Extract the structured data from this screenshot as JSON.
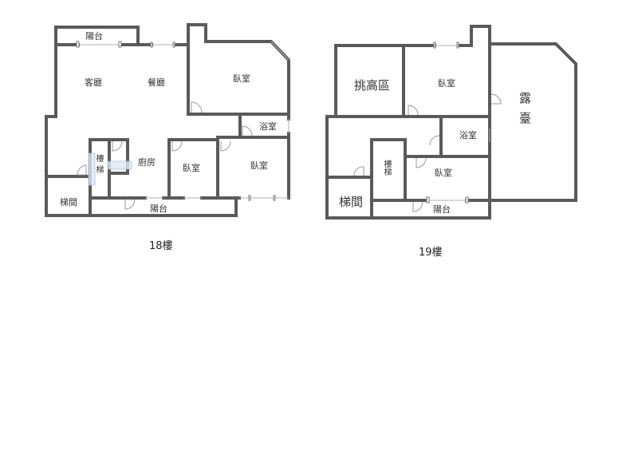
{
  "floors": [
    {
      "id": "18F",
      "caption": "18樓",
      "rooms": {
        "balcony_top": "陽台",
        "living_room": "客廳",
        "dining_room": "餐廳",
        "master_bedroom": "臥室",
        "bathroom": "浴室",
        "stairs": "樓梯",
        "kitchen": "廚房",
        "bedroom_small": "臥室",
        "bedroom_right": "臥室",
        "stairwell": "梯間",
        "balcony_bottom": "陽台"
      }
    },
    {
      "id": "19F",
      "caption": "19樓",
      "rooms": {
        "high_ceiling": "挑高區",
        "bedroom_top": "臥室",
        "terrace": "露臺",
        "bathroom": "浴室",
        "stairs": "樓梯",
        "bedroom_bottom": "臥室",
        "stairwell": "梯間",
        "balcony": "陽台"
      }
    }
  ],
  "colors": {
    "wall": "#5a5a5a",
    "background": "#ffffff",
    "stair_highlight": "#dfe8f5"
  }
}
